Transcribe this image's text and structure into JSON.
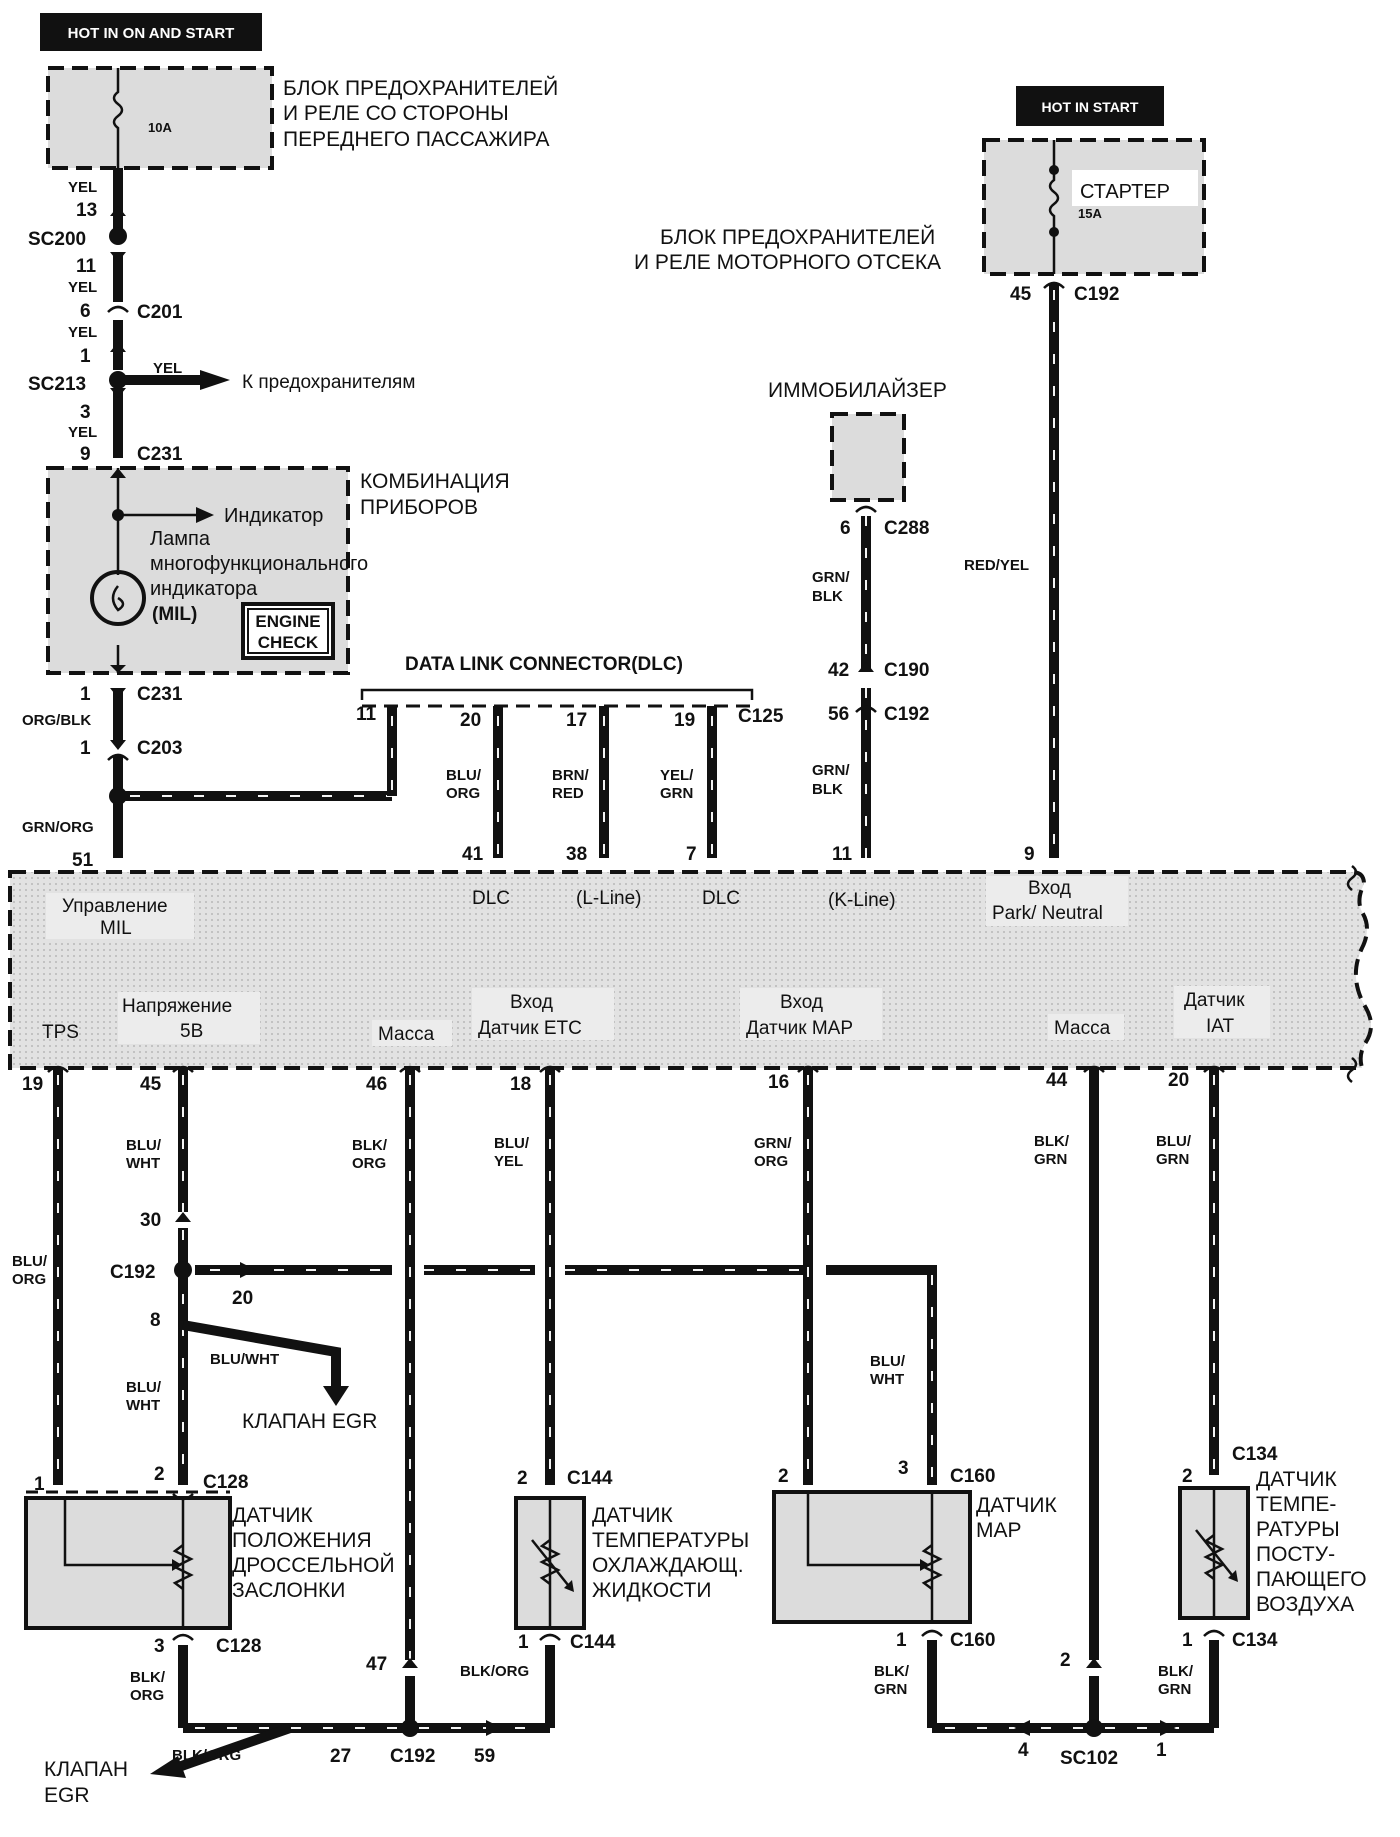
{
  "power": {
    "hot_on_start": "HOT IN ON AND START",
    "hot_start": "HOT IN START",
    "fuse_10a": "10A",
    "fuse_15a": "15A",
    "passenger_block_1": "БЛОК ПРЕДОХРАНИТЕЛЕЙ",
    "passenger_block_2": "И РЕЛЕ СО СТОРОНЫ",
    "passenger_block_3": "ПЕРЕДНЕГО ПАССАЖИРА",
    "engine_block_1": "БЛОК ПРЕДОХРАНИТЕЛЕЙ",
    "engine_block_2": "И РЕЛЕ МОТОРНОГО ОТСЕКА",
    "starter": "СТАРТЕР"
  },
  "left_wire": {
    "yel": "YEL",
    "pin13": "13",
    "sc200": "SC200",
    "pin11": "11",
    "pin6": "6",
    "c201": "C201",
    "pin1": "1",
    "sc213": "SC213",
    "to_fuses": "К предохранителям",
    "pin3": "3",
    "pin9": "9",
    "c231": "C231",
    "org_blk": "ORG/BLK",
    "c203": "C203",
    "grn_org": "GRN/ORG",
    "pin51": "51"
  },
  "cluster": {
    "title_1": "КОМБИНАЦИЯ",
    "title_2": "ПРИБОРОВ",
    "indicator": "Индикатор",
    "lamp_1": "Лампа",
    "lamp_2": "многофункционального",
    "lamp_3": "индикатора",
    "lamp_4": "(MIL)",
    "engine": "ENGINE",
    "check": "CHECK"
  },
  "dlc": {
    "title": "DATA LINK CONNECTOR(DLC)",
    "c125": "C125",
    "pin11": "11",
    "pin20": "20",
    "pin17": "17",
    "pin19": "19",
    "w20": [
      "BLU/",
      "ORG"
    ],
    "w17": [
      "BRN/",
      "RED"
    ],
    "w19": [
      "YEL/",
      "GRN"
    ],
    "pin41": "41",
    "pin38": "38",
    "pin7": "7"
  },
  "immobilizer": {
    "title": "ИММОБИЛАЙЗЕР",
    "pin6": "6",
    "c288": "C288",
    "wire": [
      "GRN/",
      "BLK"
    ],
    "pin42": "42",
    "c190": "C190",
    "pin56": "56",
    "c192": "C192",
    "pin11": "11"
  },
  "starter_wire": {
    "pin45": "45",
    "c192": "C192",
    "wire": "RED/YEL",
    "pin9": "9"
  },
  "ecm": {
    "mil_1": "Управление",
    "mil_2": "MIL",
    "dlc1": "DLC",
    "lline": "(L-Line)",
    "dlc2": "DLC",
    "kline": "(K-Line)",
    "pn_1": "Вход",
    "pn_2": "Park/ Neutral",
    "tps": "TPS",
    "v5_1": "Напряжение",
    "v5_2": "5B",
    "mass1": "Масса",
    "etc_1": "Вход",
    "etc_2": "Датчик ЕТС",
    "map_1": "Вход",
    "map_2": "Датчик МАР",
    "mass2": "Масса",
    "iat_1": "Датчик",
    "iat_2": "IAT"
  },
  "bottom": {
    "p19": "19",
    "p45": "45",
    "p46": "46",
    "p18": "18",
    "p16": "16",
    "p44": "44",
    "p20": "20",
    "blu_wht": [
      "BLU/",
      "WHT"
    ],
    "blk_org": [
      "BLK/",
      "ORG"
    ],
    "blu_yel": [
      "BLU/",
      "YEL"
    ],
    "grn_org": [
      "GRN/",
      "ORG"
    ],
    "blk_grn": [
      "BLK/",
      "GRN"
    ],
    "blu_grn": [
      "BLU/",
      "GRN"
    ],
    "blu_org": [
      "BLU/",
      "ORG"
    ],
    "p30": "30",
    "c192": "C192",
    "p20b": "20",
    "p8": "8",
    "blu_wht_line": "BLU/WHT",
    "egr": "КЛАПАН EGR",
    "blu_wht2": [
      "BLU/",
      "WHT"
    ],
    "map_wire": [
      "BLU/",
      "WHT"
    ],
    "tps_p1": "1",
    "tps_p2": "2",
    "c128": "C128",
    "tps_1": "ДАТЧИК",
    "tps_2": "ПОЛОЖЕНИЯ",
    "tps_3": "ДРОССЕЛЬНОЙ",
    "tps_4": "ЗАСЛОНКИ",
    "ect_p2": "2",
    "c144": "C144",
    "ect_1": "ДАТЧИК",
    "ect_2": "ТЕМПЕРАТУРЫ",
    "ect_3": "ОХЛАЖДАЮЩ.",
    "ect_4": "ЖИДКОСТИ",
    "map_p2": "2",
    "map_p3": "3",
    "c160": "C160",
    "map_1": "ДАТЧИК",
    "map_2": "МАР",
    "iat_c134": "C134",
    "iat_p2": "2",
    "iat_1": "ДАТЧИК",
    "iat_2": "ТЕМПЕ-",
    "iat_3": "РАТУРЫ",
    "iat_4": "ПОСТУ-",
    "iat_5": "ПАЮЩЕГО",
    "iat_6": "ВОЗДУХА",
    "tps_p3": "3",
    "c128b": "C128",
    "blk_org_b": [
      "BLK/",
      "ORG"
    ],
    "p47": "47",
    "ect_p1": "1",
    "c144b": "C144",
    "blk_org_line": "BLK/ORG",
    "map_p1": "1",
    "c160b": "C160",
    "blk_grn_b": [
      "BLK/",
      "GRN"
    ],
    "sc_p2": "2",
    "iat_p1": "1",
    "c134b": "C134",
    "blk_grn_c": [
      "BLK/",
      "GRN"
    ],
    "egr2_1": "КЛАПАН",
    "egr2_2": "EGR",
    "blk_org_line2": "BLK/ORG",
    "p27": "27",
    "c192b": "C192",
    "p59": "59",
    "p4": "4",
    "sc102": "SC102",
    "p1": "1"
  }
}
